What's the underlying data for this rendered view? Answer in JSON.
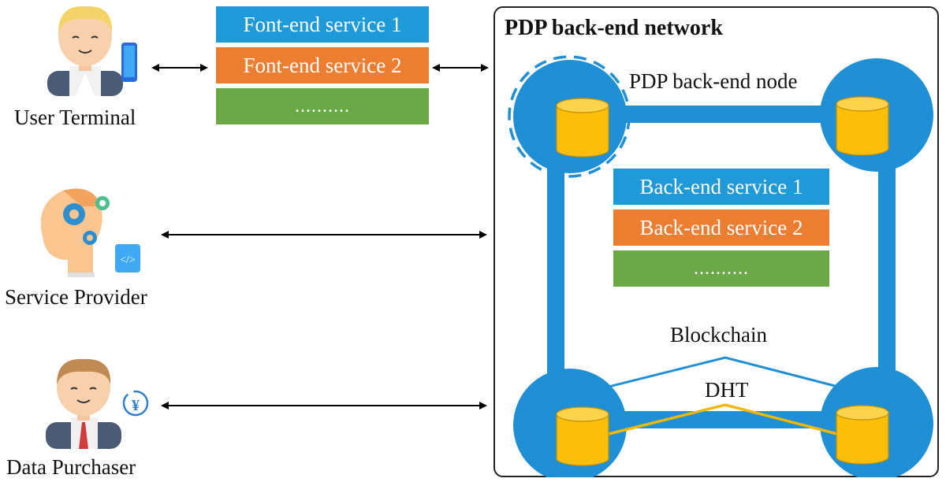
{
  "actors": {
    "user_terminal": "User Terminal",
    "service_provider": "Service Provider",
    "data_purchaser": "Data Purchaser"
  },
  "frontend": {
    "services": [
      "Font-end service 1",
      "Font-end service 2",
      ".........."
    ]
  },
  "network": {
    "title": "PDP back-end network",
    "node_label": "PDP back-end node",
    "backend_services": [
      "Back-end service 1",
      "Back-end service 2",
      ".........."
    ],
    "blockchain_label": "Blockchain",
    "dht_label": "DHT"
  },
  "colors": {
    "blue": "#1f9ad8",
    "orange": "#ec7d31",
    "green": "#6aa945",
    "node_blue": "#1f8fd6",
    "db_gold": "#fbbf0a",
    "dht_line": "#f5b800"
  }
}
